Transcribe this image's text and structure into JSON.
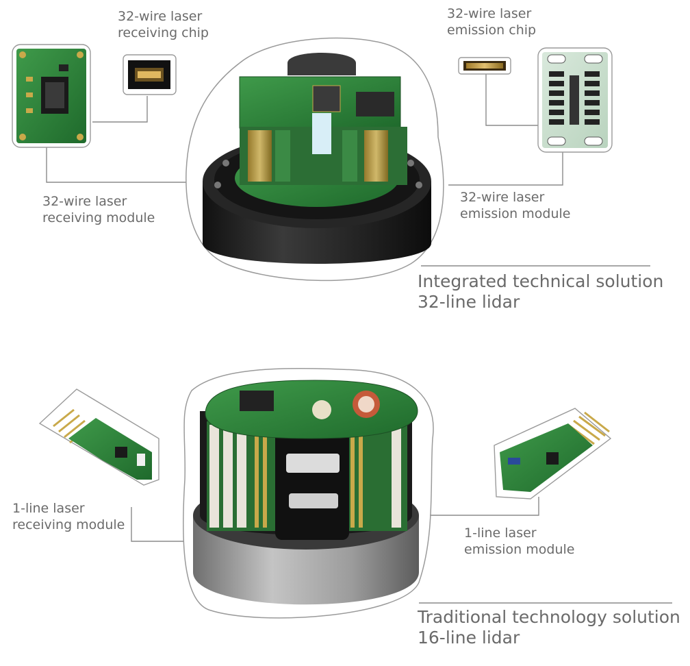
{
  "top": {
    "receiving_chip": {
      "line1": "32-wire laser",
      "line2": "receiving chip"
    },
    "emission_chip": {
      "line1": "32-wire laser",
      "line2": "emission chip"
    },
    "receiving_module": {
      "line1": "32-wire laser",
      "line2": "receiving module"
    },
    "emission_module": {
      "line1": "32-wire laser",
      "line2": "emission module"
    },
    "caption": {
      "line1": "Integrated technical solution",
      "line2": "32-line lidar"
    }
  },
  "bottom": {
    "receiving_module": {
      "line1": "1-line laser",
      "line2": "receiving module"
    },
    "emission_module": {
      "line1": "1-line laser",
      "line2": "emission module"
    },
    "caption": {
      "line1": "Traditional technology solution",
      "line2": "16-line lidar"
    }
  },
  "colors": {
    "pcb_green": "#2f7a3a",
    "dark_base": "#1e1e1e",
    "silver_base": "#9a9a9a",
    "text_gray": "#6a6a6a",
    "line_gray": "#8a8a8a"
  }
}
